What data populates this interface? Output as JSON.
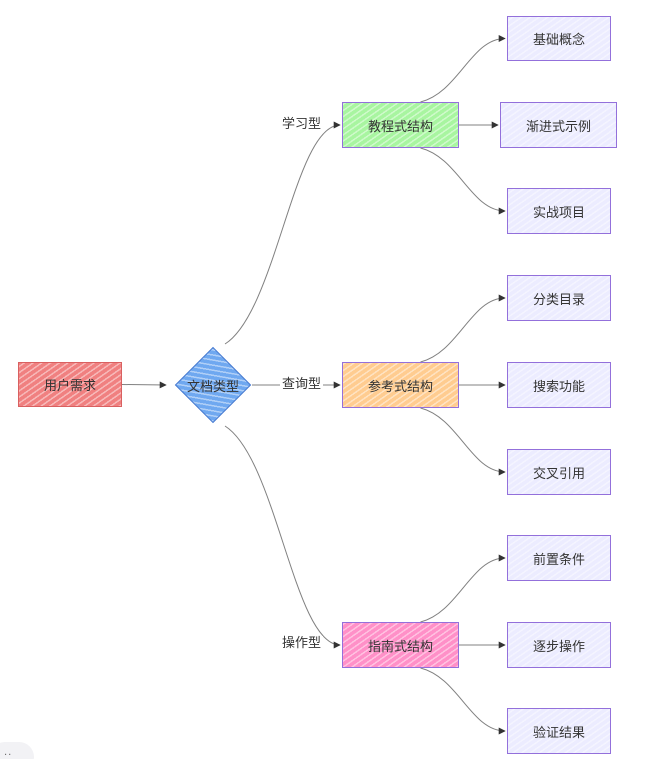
{
  "diagram": {
    "type": "flowchart",
    "nodes": [
      {
        "id": "user_need",
        "label": "用户需求",
        "shape": "rect",
        "fill": "#f08080"
      },
      {
        "id": "doc_type",
        "label": "文档类型",
        "shape": "diamond",
        "fill": "#6fa8f0"
      },
      {
        "id": "tutorial",
        "label": "教程式结构",
        "shape": "rect",
        "fill": "#a8f5a0"
      },
      {
        "id": "reference",
        "label": "参考式结构",
        "shape": "rect",
        "fill": "#ffcc90"
      },
      {
        "id": "guide",
        "label": "指南式结构",
        "shape": "rect",
        "fill": "#ff90c8"
      },
      {
        "id": "basics",
        "label": "基础概念",
        "shape": "rect",
        "fill": "#ececff"
      },
      {
        "id": "progressive",
        "label": "渐进式示例",
        "shape": "rect",
        "fill": "#ececff"
      },
      {
        "id": "project",
        "label": "实战项目",
        "shape": "rect",
        "fill": "#ececff"
      },
      {
        "id": "catalog",
        "label": "分类目录",
        "shape": "rect",
        "fill": "#ececff"
      },
      {
        "id": "search",
        "label": "搜索功能",
        "shape": "rect",
        "fill": "#ececff"
      },
      {
        "id": "crossref",
        "label": "交叉引用",
        "shape": "rect",
        "fill": "#ececff"
      },
      {
        "id": "prereq",
        "label": "前置条件",
        "shape": "rect",
        "fill": "#ececff"
      },
      {
        "id": "steps",
        "label": "逐步操作",
        "shape": "rect",
        "fill": "#ececff"
      },
      {
        "id": "verify",
        "label": "验证结果",
        "shape": "rect",
        "fill": "#ececff"
      }
    ],
    "edges": [
      {
        "id": "e0",
        "from": "user_need",
        "to": "doc_type",
        "label": ""
      },
      {
        "id": "e1",
        "from": "doc_type",
        "to": "tutorial",
        "label": "学习型"
      },
      {
        "id": "e2",
        "from": "doc_type",
        "to": "reference",
        "label": "查询型"
      },
      {
        "id": "e3",
        "from": "doc_type",
        "to": "guide",
        "label": "操作型"
      },
      {
        "id": "e4",
        "from": "tutorial",
        "to": "basics",
        "label": ""
      },
      {
        "id": "e5",
        "from": "tutorial",
        "to": "progressive",
        "label": ""
      },
      {
        "id": "e6",
        "from": "tutorial",
        "to": "project",
        "label": ""
      },
      {
        "id": "e7",
        "from": "reference",
        "to": "catalog",
        "label": ""
      },
      {
        "id": "e8",
        "from": "reference",
        "to": "search",
        "label": ""
      },
      {
        "id": "e9",
        "from": "reference",
        "to": "crossref",
        "label": ""
      },
      {
        "id": "e10",
        "from": "guide",
        "to": "prereq",
        "label": ""
      },
      {
        "id": "e11",
        "from": "guide",
        "to": "steps",
        "label": ""
      },
      {
        "id": "e12",
        "from": "guide",
        "to": "verify",
        "label": ""
      }
    ]
  },
  "colors": {
    "edge": "#555555",
    "leaf_border": "#9370db",
    "text": "#333333"
  }
}
